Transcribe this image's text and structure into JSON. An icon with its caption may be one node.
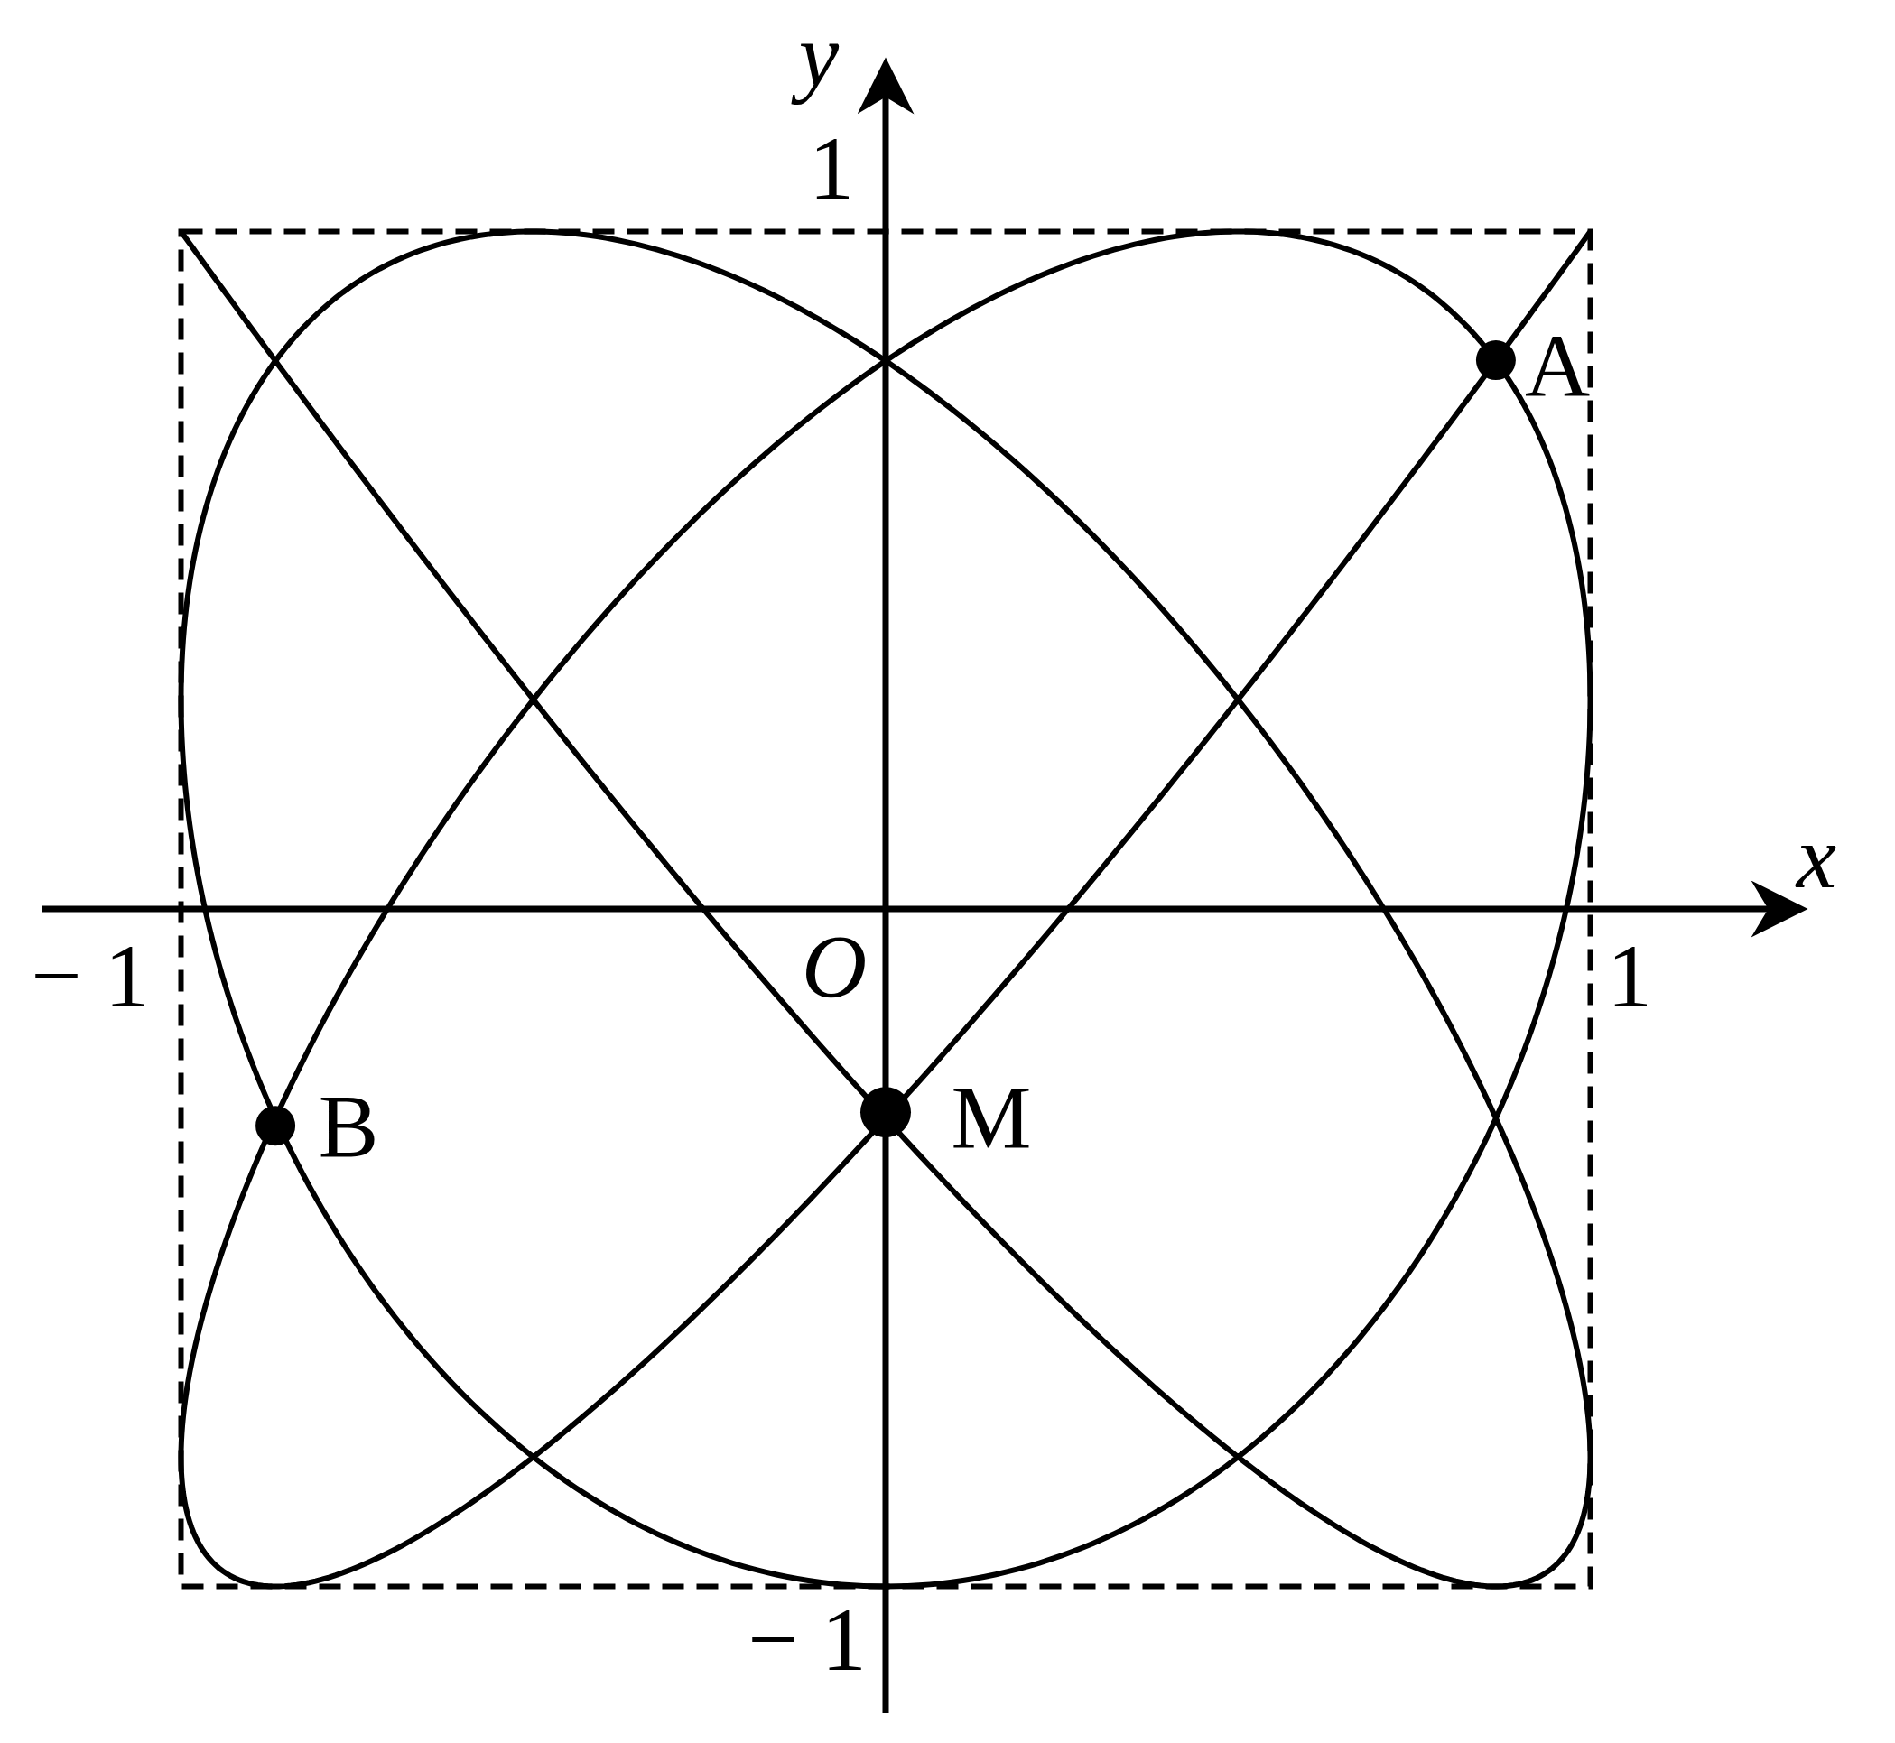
{
  "diagram": {
    "labels": [
      "y",
      "1",
      "A",
      "x",
      "− 1",
      "O",
      "1",
      "B",
      "M",
      "− 1"
    ]
  }
}
